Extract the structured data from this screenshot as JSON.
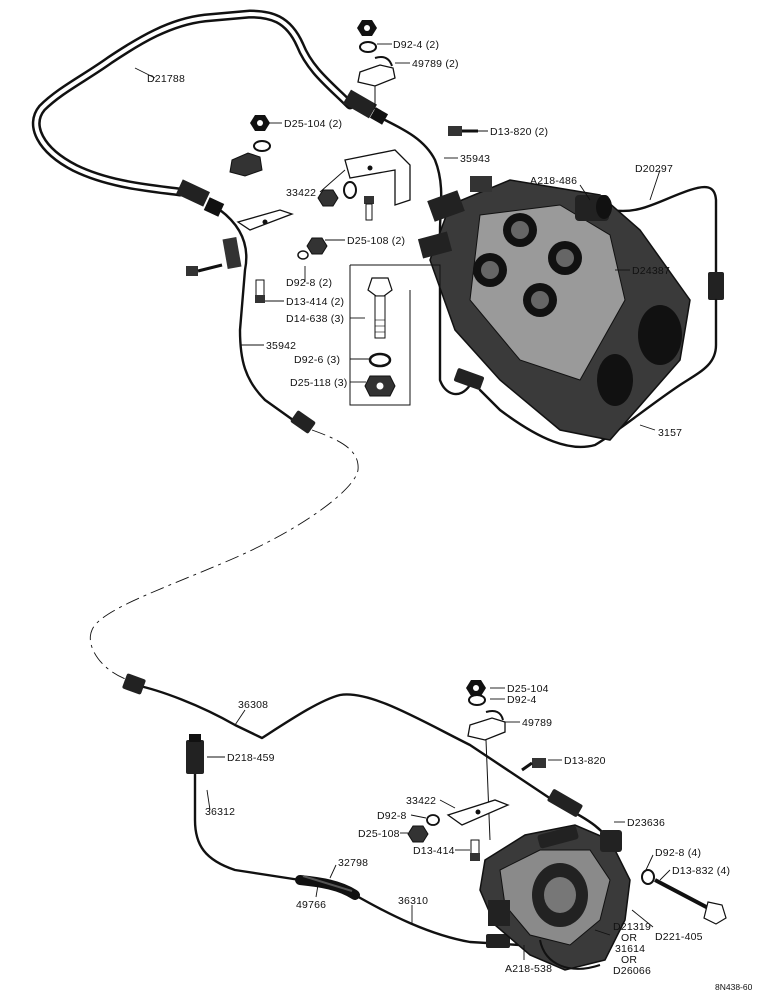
{
  "labels": {
    "D21788": "D21788",
    "D92_4_2": "D92-4 (2)",
    "n49789_2": "49789 (2)",
    "D25_104_2": "D25-104 (2)",
    "D13_820_2": "D13-820 (2)",
    "n35943": "35943",
    "D20297": "D20297",
    "A218_486": "A218-486",
    "n33422_top": "33422",
    "D25_108_2": "D25-108 (2)",
    "D24387": "D24387",
    "D92_8_2": "D92-8 (2)",
    "D13_414_2": "D13-414 (2)",
    "D14_638_3": "D14-638 (3)",
    "n35942": "35942",
    "D92_6_3": "D92-6 (3)",
    "D25_118_3": "D25-118 (3)",
    "n3157": "3157",
    "D25_104": "D25-104",
    "D92_4": "D92-4",
    "n36308": "36308",
    "n49789": "49789",
    "D218_459": "D218-459",
    "D13_820": "D13-820",
    "n36312": "36312",
    "n33422_bot": "33422",
    "D92_8": "D92-8",
    "D23636": "D23636",
    "D25_108": "D25-108",
    "D13_414": "D13-414",
    "D92_8_4": "D92-8 (4)",
    "n32798": "32798",
    "D13_832_4": "D13-832 (4)",
    "n36310": "36310",
    "n49766": "49766",
    "D21319": "D21319",
    "or1": "OR",
    "n31614": "31614",
    "or2": "OR",
    "D26066": "D26066",
    "D221_405": "D221-405",
    "A218_538": "A218-538",
    "drawing_no": "8N438-60"
  }
}
